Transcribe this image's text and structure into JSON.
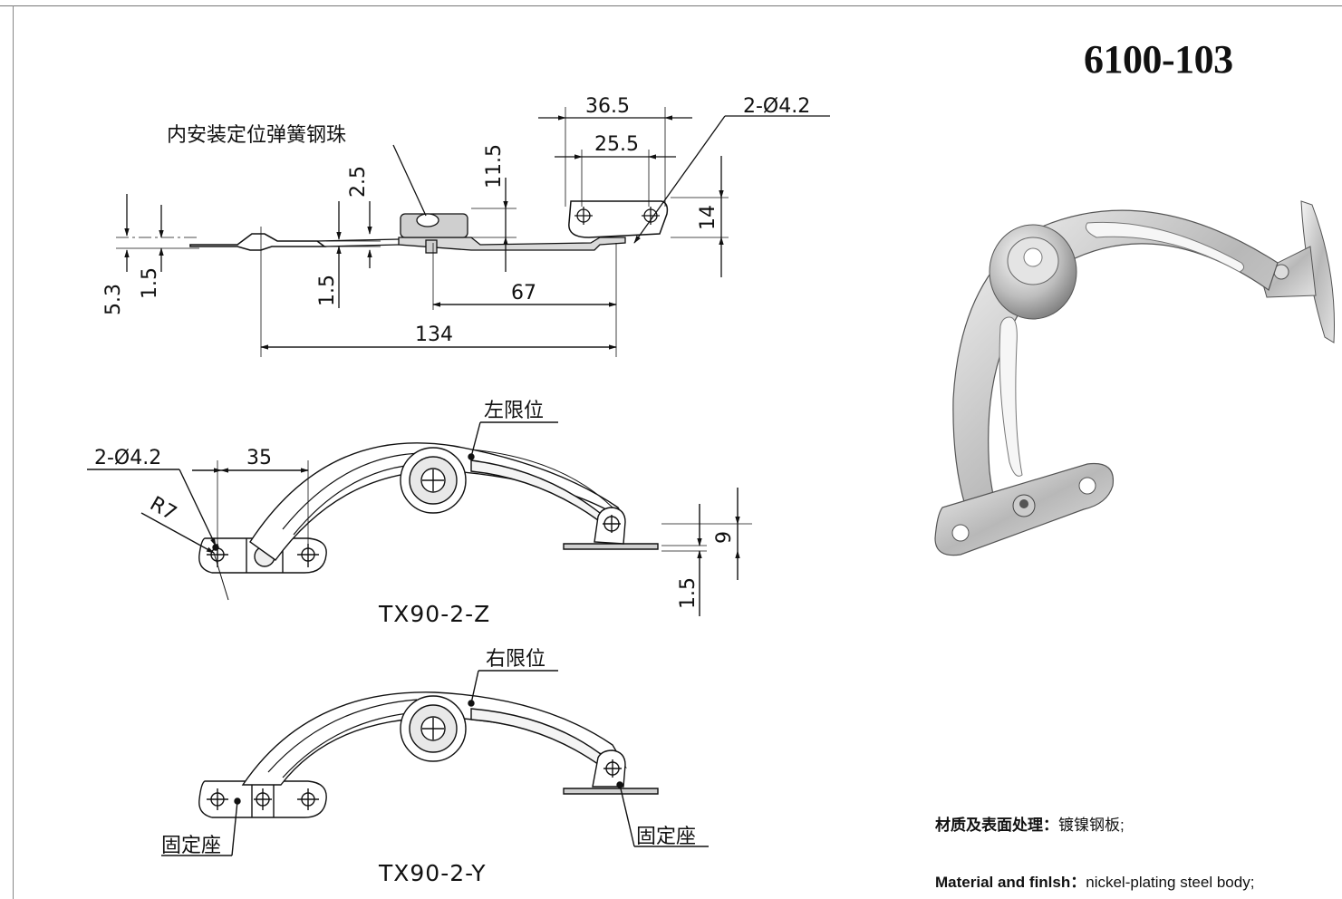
{
  "product_code": "6100-103",
  "top_view": {
    "note_ball": "内安装定位弹簧钢珠",
    "dims": {
      "d36_5": "36.5",
      "d25_5": "25.5",
      "holes": "2-Ø4.2",
      "d11_5": "11.5",
      "d2_5": "2.5",
      "d14": "14",
      "d5_3": "5.3",
      "d1_5_left": "1.5",
      "d1_5_mid": "1.5",
      "d67": "67",
      "d134": "134"
    }
  },
  "left_variant": {
    "note_limit": "左限位",
    "holes": "2-Ø4.2",
    "d35": "35",
    "r7": "R7",
    "d9": "9",
    "d1_5": "1.5",
    "model": "TX90-2-Z"
  },
  "right_variant": {
    "note_limit": "右限位",
    "note_base_left": "固定座",
    "note_base_right": "固定座",
    "model": "TX90-2-Y"
  },
  "spec": {
    "material_cn_label": "材质及表面处理：",
    "material_cn_value": "镀镍钢板;",
    "material_en_label": "Material and finlsh：",
    "material_en_value": "nickel-plating steel body;"
  }
}
